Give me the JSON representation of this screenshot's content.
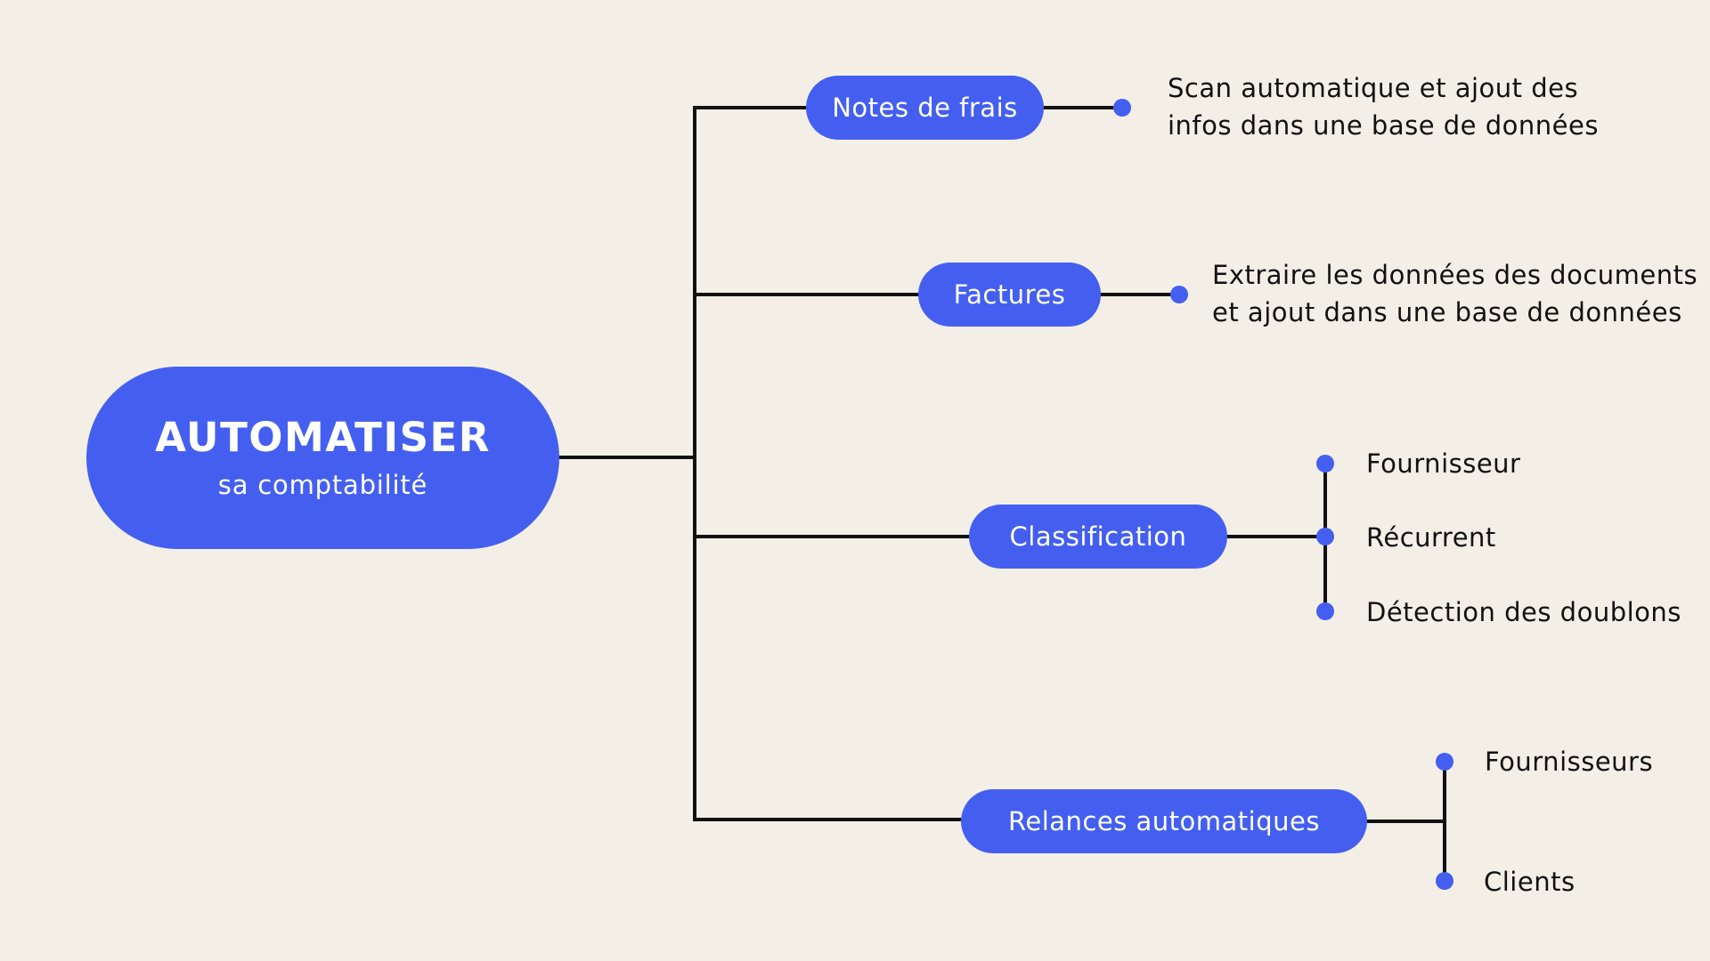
{
  "root": {
    "title": "AUTOMATISER",
    "subtitle": "sa comptabilité"
  },
  "branches": [
    {
      "label": "Notes de frais",
      "details": [
        "Scan automatique et ajout des",
        "infos dans une base de données"
      ]
    },
    {
      "label": "Factures",
      "details": [
        "Extraire les données des documents",
        "et ajout dans une base de données"
      ]
    },
    {
      "label": "Classification",
      "items": [
        "Fournisseur",
        "Récurrent",
        "Détection des doublons"
      ]
    },
    {
      "label": "Relances automatiques",
      "items": [
        "Fournisseurs",
        "Clients"
      ]
    }
  ],
  "colors": {
    "background": "#f3efe6",
    "accent": "#445ff0",
    "line": "#111111",
    "text": "#111111"
  }
}
